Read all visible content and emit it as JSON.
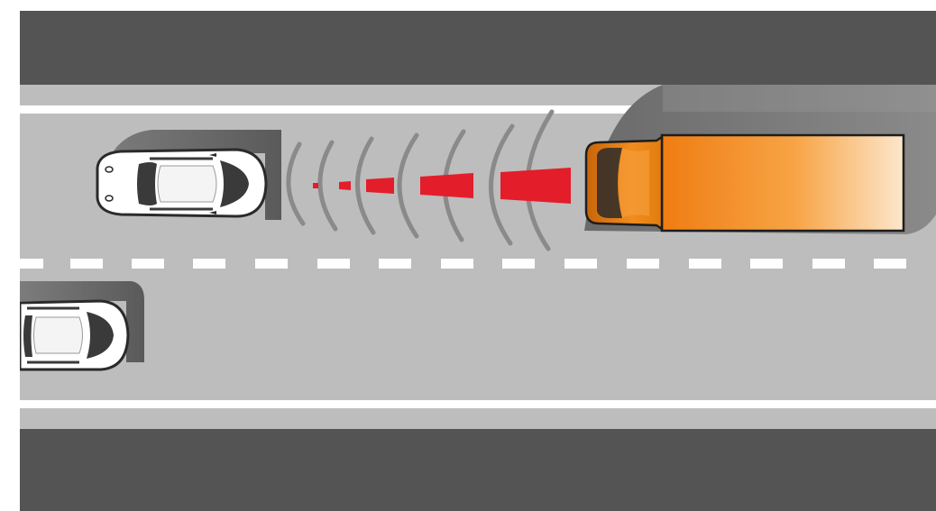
{
  "colors": {
    "frame": "#ffffff",
    "edge_band": "#555555",
    "road": "#bcbcbc",
    "lane_line": "#ffffff",
    "car_body": "#ffffff",
    "car_outline": "#2a2a2a",
    "car_glass": "#3a3a3a",
    "truck_cargo": "#f28c1e",
    "truck_cab": "#e8820f",
    "radar_beam": "#e41d2a",
    "radar_wave": "#8e8e8e",
    "shadow": "#5a5a5a"
  },
  "scene": {
    "host_vehicle": "car-top-view",
    "lead_vehicle": "truck-top-view",
    "adjacent_vehicle": "car-top-view",
    "sensor_signal": "radar-beam-icon",
    "sensor_waves": "radar-wave-arcs",
    "radar_wave_count": 7,
    "radar_pulse_count": 5
  }
}
